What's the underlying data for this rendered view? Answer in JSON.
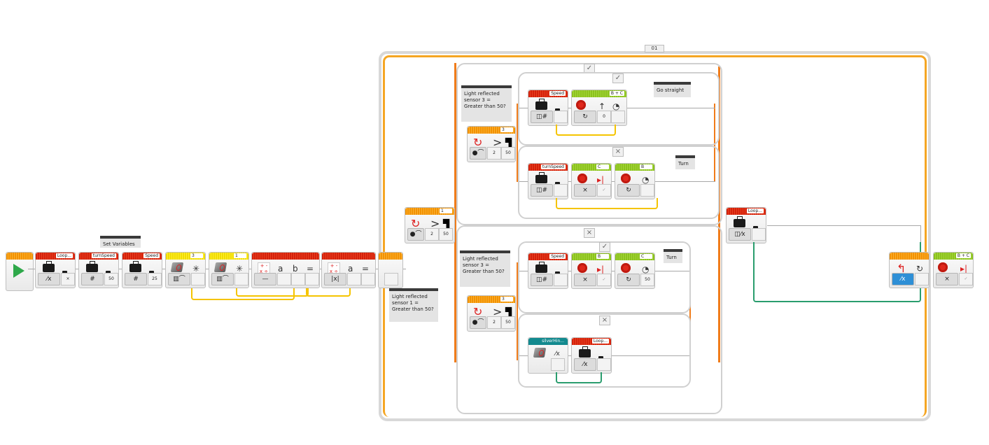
{
  "program": {
    "loop": {
      "name": "01"
    },
    "start_block": {
      "label": "Start"
    },
    "comments": {
      "set_variables": "Set Variables",
      "outer_switch": "Light reflected sensor 1 = Greater than 50?",
      "upper_switch": "Light reflected sensor 3 = Greater than 50?",
      "lower_switch": "Light reflected sensor 3 = Greater than 50?",
      "go_straight": "Go straight",
      "turn_upper": "Turn",
      "turn_lower": "Turn"
    },
    "init_sequence": [
      {
        "type": "variable",
        "color": "red",
        "label": "Loop...",
        "mode": "write-logic",
        "value": "×"
      },
      {
        "type": "variable",
        "color": "red",
        "label": "turnSpeed",
        "mode": "write-numeric",
        "value": "50"
      },
      {
        "type": "variable",
        "color": "red",
        "label": "Speed",
        "mode": "write-numeric",
        "value": "25"
      },
      {
        "type": "color-sensor",
        "color": "yellow",
        "port": "3",
        "mode": "calibrate"
      },
      {
        "type": "color-sensor",
        "color": "yellow",
        "port": "1",
        "mode": "calibrate"
      },
      {
        "type": "math",
        "color": "red",
        "mode": "subtract",
        "inputs": [
          "a",
          "b"
        ],
        "result": "="
      },
      {
        "type": "math",
        "color": "red",
        "mode": "absolute",
        "inputs": [
          "a"
        ],
        "result": "="
      }
    ],
    "outer_switch": {
      "port": "1",
      "operator": ">",
      "threshold": "50",
      "compare_type": "2",
      "cases": [
        "✓",
        "×"
      ]
    },
    "upper_switch": {
      "port": "3",
      "operator": ">",
      "threshold": "50",
      "compare_type": "2",
      "true_case": [
        {
          "type": "variable",
          "color": "red",
          "label": "Speed",
          "mode": "read-numeric"
        },
        {
          "type": "move-steering",
          "color": "green",
          "label": "B + C",
          "mode": "on",
          "steering": "0"
        }
      ],
      "false_case": [
        {
          "type": "variable",
          "color": "red",
          "label": "turnSpeed",
          "mode": "read-numeric"
        },
        {
          "type": "large-motor",
          "color": "green",
          "label": "C",
          "mode": "off",
          "brake": "✓"
        },
        {
          "type": "large-motor",
          "color": "green",
          "label": "B",
          "mode": "on"
        }
      ],
      "case_tabs": [
        "✓",
        "×"
      ]
    },
    "lower_switch": {
      "port": "3",
      "operator": ">",
      "threshold": "50",
      "compare_type": "2",
      "true_case": [
        {
          "type": "variable",
          "color": "red",
          "label": "Speed",
          "mode": "read-numeric"
        },
        {
          "type": "large-motor",
          "color": "green",
          "label": "B",
          "mode": "off",
          "brake": "✓"
        },
        {
          "type": "large-motor",
          "color": "green",
          "label": "C",
          "mode": "on",
          "power": "50"
        }
      ],
      "false_case": [
        {
          "type": "my-block",
          "color": "teal",
          "label": "silverHin...",
          "mode": "logic-output"
        },
        {
          "type": "variable",
          "color": "red",
          "label": "Loop...",
          "mode": "write-logic"
        }
      ],
      "case_tabs": [
        "✓",
        "×"
      ]
    },
    "after_switch": {
      "type": "variable",
      "color": "red",
      "label": "Loop...",
      "mode": "read-logic"
    },
    "loop_end": {
      "type": "loop-interrupt",
      "mode": "logic"
    },
    "final": {
      "type": "move-steering",
      "color": "green",
      "label": "B + C",
      "mode": "off",
      "brake": "✓"
    }
  },
  "glyphs": {
    "check": "✓",
    "cross": "×",
    "gt": ">",
    "hash": "#",
    "eq": "=",
    "a": "a",
    "b": "b",
    "minus": "—",
    "abs": "|x|",
    "logic": "⁄x",
    "rotate": "↻",
    "up": "↑",
    "stop": "▶|",
    "sun": "✳"
  }
}
